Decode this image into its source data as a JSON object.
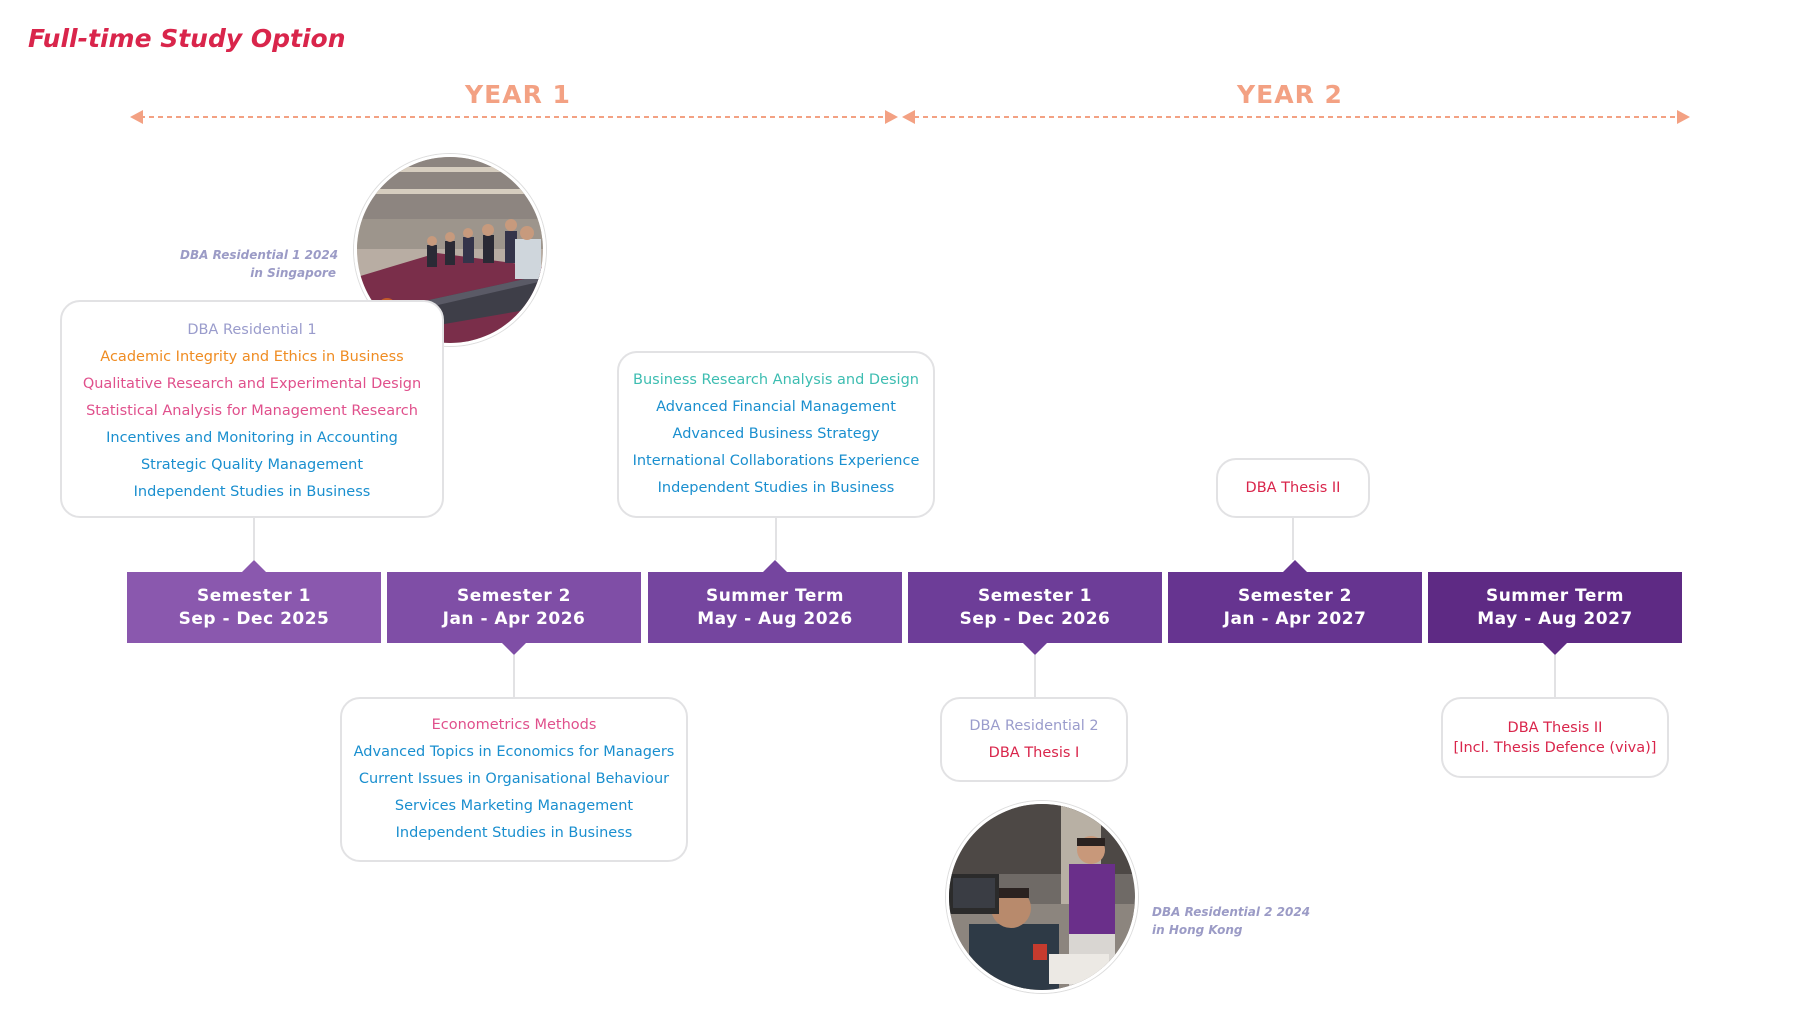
{
  "title": "Full-time Study Option",
  "years": [
    {
      "label": "YEAR 1"
    },
    {
      "label": "YEAR 2"
    }
  ],
  "colors": {
    "title": "#d9254b",
    "year": "#f3a183",
    "grey_residential": "#9a9ccc",
    "orange": "#ef8c22",
    "pink": "#e0508c",
    "blue": "#1a8fcf",
    "teal": "#3dbdb1",
    "red": "#d9254b",
    "semester_gradient": [
      "#8a58ae",
      "#5e2a84"
    ]
  },
  "semesters": [
    {
      "name": "Semester 1",
      "dates": "Sep - Dec 2025"
    },
    {
      "name": "Semester 2",
      "dates": "Jan - Apr 2026"
    },
    {
      "name": "Summer Term",
      "dates": "May - Aug 2026"
    },
    {
      "name": "Semester 1",
      "dates": "Sep - Dec 2026"
    },
    {
      "name": "Semester 2",
      "dates": "Jan - Apr 2027"
    },
    {
      "name": "Summer Term",
      "dates": "May - Aug 2027"
    }
  ],
  "boxes": {
    "s1_top": [
      {
        "text": "DBA Residential 1",
        "color": "#9a9ccc"
      },
      {
        "text": "Academic Integrity and Ethics in Business",
        "color": "#ef8c22"
      },
      {
        "text": "Qualitative Research and Experimental Design",
        "color": "#e0508c"
      },
      {
        "text": "Statistical Analysis for Management Research",
        "color": "#e0508c"
      },
      {
        "text": "Incentives and Monitoring in Accounting",
        "color": "#1a8fcf"
      },
      {
        "text": "Strategic Quality Management",
        "color": "#1a8fcf"
      },
      {
        "text": "Independent Studies in Business",
        "color": "#1a8fcf"
      }
    ],
    "s2_bottom": [
      {
        "text": "Econometrics Methods",
        "color": "#e0508c"
      },
      {
        "text": "Advanced Topics in Economics for Managers",
        "color": "#1a8fcf"
      },
      {
        "text": "Current Issues in Organisational Behaviour",
        "color": "#1a8fcf"
      },
      {
        "text": "Services Marketing Management",
        "color": "#1a8fcf"
      },
      {
        "text": "Independent Studies in Business",
        "color": "#1a8fcf"
      }
    ],
    "summer1_top": [
      {
        "text": "Business Research Analysis and Design",
        "color": "#3dbdb1"
      },
      {
        "text": "Advanced Financial Management",
        "color": "#1a8fcf"
      },
      {
        "text": "Advanced Business Strategy",
        "color": "#1a8fcf"
      },
      {
        "text": "International Collaborations Experience",
        "color": "#1a8fcf"
      },
      {
        "text": "Independent Studies in Business",
        "color": "#1a8fcf"
      }
    ],
    "s1y2_bottom": [
      {
        "text": "DBA Residential 2",
        "color": "#9a9ccc"
      },
      {
        "text": "DBA Thesis I",
        "color": "#d9254b"
      }
    ],
    "s2y2_top": [
      {
        "text": "DBA Thesis II",
        "color": "#d9254b"
      }
    ],
    "summer2_bottom": [
      {
        "text": "DBA Thesis II",
        "color": "#d9254b"
      },
      {
        "text": "[Incl. Thesis Defence (viva)]",
        "color": "#d9254b"
      }
    ]
  },
  "photos": {
    "residential1": {
      "caption_line1": "DBA Residential 1 2024",
      "caption_line2": "in Singapore"
    },
    "residential2": {
      "caption_line1": "DBA Residential 2 2024",
      "caption_line2": "in Hong Kong"
    }
  }
}
